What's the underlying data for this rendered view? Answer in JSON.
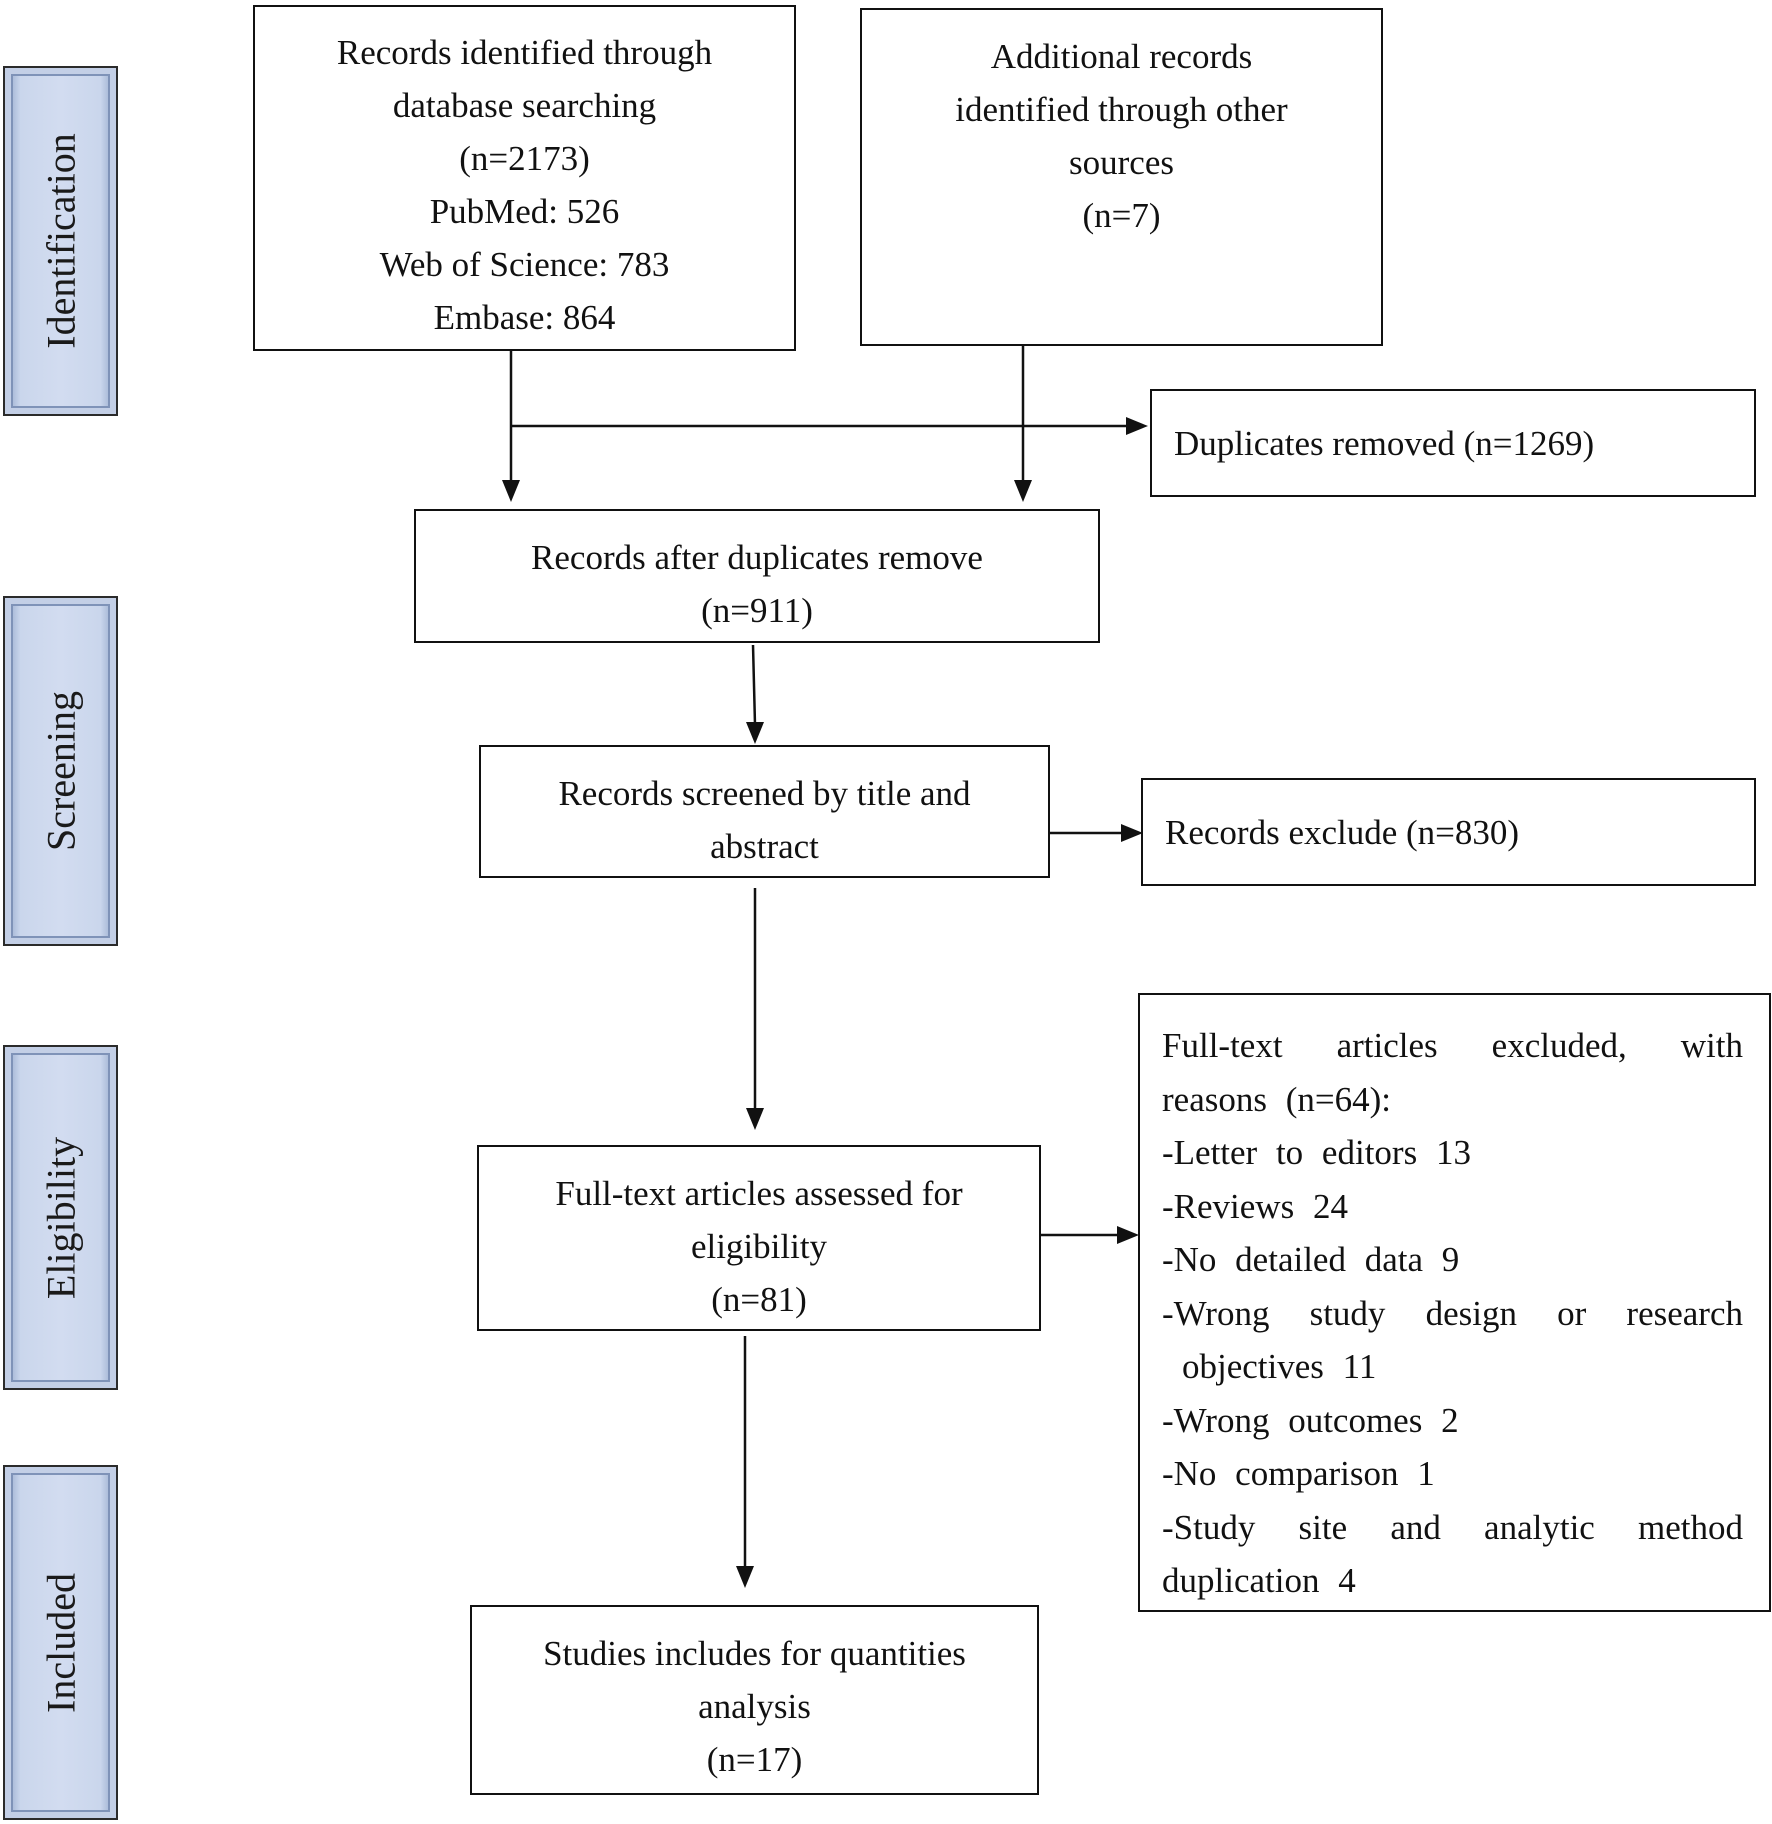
{
  "stages": {
    "identification": "Identification",
    "screening": "Screening",
    "eligibility": "Eligibility",
    "included": "Included"
  },
  "boxes": {
    "database": {
      "lines": [
        "Records identified through",
        "database searching",
        "(n=2173)",
        "PubMed: 526",
        "Web of Science: 783",
        "Embase: 864"
      ]
    },
    "other_sources": {
      "lines": [
        "Additional records",
        "identified through other",
        "sources",
        "(n=7)"
      ]
    },
    "duplicates_removed": {
      "text": "Duplicates removed (n=1269)"
    },
    "after_duplicates": {
      "lines": [
        "Records after duplicates remove",
        "(n=911)"
      ]
    },
    "screened": {
      "lines": [
        "Records screened by title and",
        "abstract"
      ]
    },
    "records_excluded": {
      "text": "Records exclude (n=830)"
    },
    "fulltext": {
      "lines": [
        "Full-text articles assessed for",
        "eligibility",
        "(n=81)"
      ]
    },
    "fulltext_excluded": {
      "lines": [
        "Full-text articles excluded, with",
        "reasons (n=64):",
        "-Letter to editors 13",
        "-Reviews 24",
        "-No detailed data 9",
        "-Wrong study design or research",
        " objectives 11",
        "-Wrong outcomes 2",
        "-No comparison 1",
        "-Study site and analytic method",
        "duplication 4"
      ]
    },
    "included": {
      "lines": [
        "Studies includes for quantities",
        "analysis",
        "(n=17)"
      ]
    }
  }
}
